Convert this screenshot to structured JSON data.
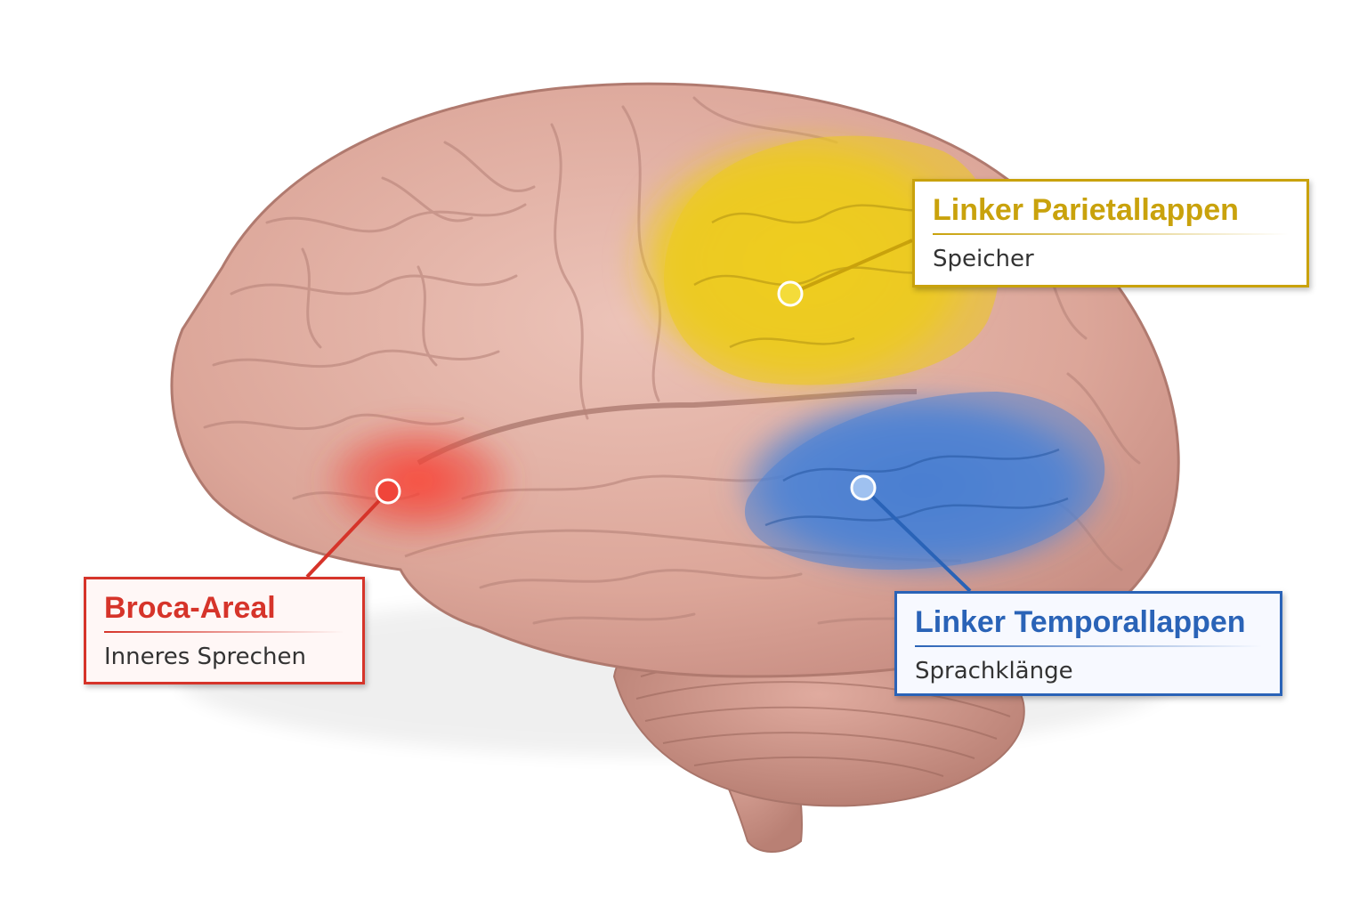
{
  "colors": {
    "parietal": "#c9a20c",
    "broca": "#d6342a",
    "temporal": "#2a63b7",
    "brain_tissue": "#e2b1a6",
    "brain_shade": "#c98f84"
  },
  "regions": {
    "parietal": {
      "title": "Linker Parietallappen",
      "subtitle": "Speicher"
    },
    "broca": {
      "title": "Broca-Areal",
      "subtitle": "Inneres Sprechen"
    },
    "temporal": {
      "title": "Linker Temporallappen",
      "subtitle": "Sprachklänge"
    }
  }
}
